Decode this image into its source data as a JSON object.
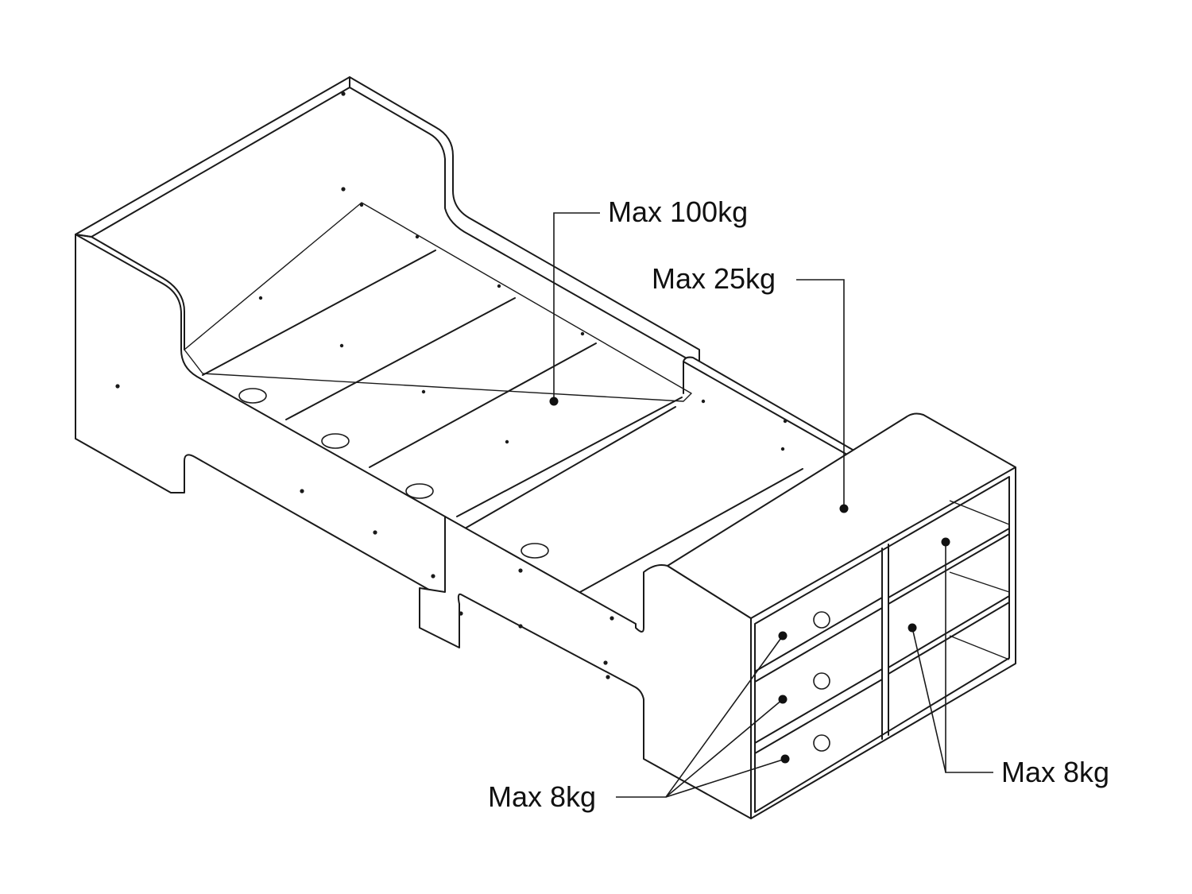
{
  "labels": {
    "frame_load": "Max 100kg",
    "top_load": "Max 25kg",
    "drawer_load": "Max 8kg",
    "shelf_load": "Max 8kg"
  }
}
